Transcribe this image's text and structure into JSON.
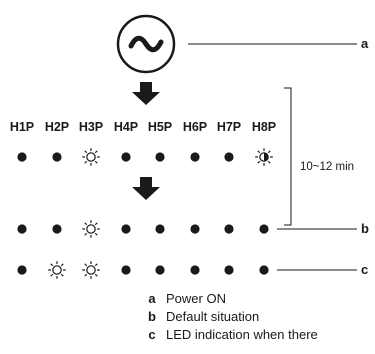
{
  "leds": [
    "H1P",
    "H2P",
    "H3P",
    "H4P",
    "H5P",
    "H6P",
    "H7P",
    "H8P"
  ],
  "power_symbol": "~",
  "timing_label": "10~12 min",
  "rows": [
    {
      "states": [
        "on",
        "on",
        "blink",
        "on",
        "on",
        "on",
        "on",
        "half"
      ]
    },
    {
      "states": [
        "on",
        "on",
        "blink",
        "on",
        "on",
        "on",
        "on",
        "on"
      ],
      "callout": "b"
    },
    {
      "states": [
        "on",
        "blink",
        "blink",
        "on",
        "on",
        "on",
        "on",
        "on"
      ],
      "callout": "c"
    }
  ],
  "power_callout": "a",
  "legend": [
    {
      "key": "a",
      "text": "Power ON"
    },
    {
      "key": "b",
      "text": "Default situation"
    },
    {
      "key": "c",
      "text": "LED indication when there"
    }
  ],
  "colors": {
    "ink": "#1a1a1a",
    "background": "#ffffff"
  }
}
